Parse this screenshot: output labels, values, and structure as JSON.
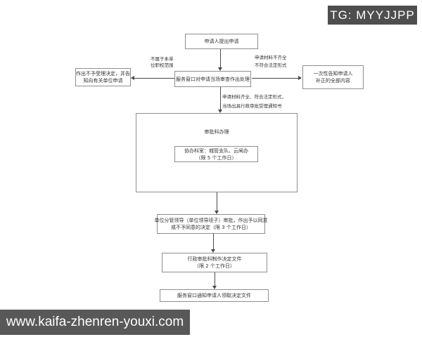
{
  "watermarks": {
    "tg_badge": "TG: MYYJJPP",
    "site_url": "www.kaifa-zhenren-youxi.com"
  },
  "colors": {
    "badge_bg": "#4e4e4e",
    "url_bar_bg": "#585858",
    "badge_text": "#ffffff",
    "box_border": "#8f8f8f",
    "connector": "#4a4a4a",
    "text": "#333333",
    "background": "#ffffff"
  },
  "flowchart": {
    "nodes": {
      "start": "申请人提出申请",
      "window_review": "服务窗口对申请当场审查作出处理",
      "reject_line1": "作出不予受理决定，并告",
      "reject_line2": "知向有关单位申请",
      "supplement_line1": "一次性告知申请人",
      "supplement_line2": "补正的全部内容",
      "approval_section": "审批科办理",
      "assist_line1": "协办科室：城管支队、云闸办",
      "assist_line2": "（限 5 个工作日）",
      "leader_line1": "单位分管领导（单位领导班子）审批，作出予以同意",
      "leader_line2": "或不予同意的决定（限 3 个工作日）",
      "document_line1": "行政审批科制作决定文件",
      "document_line2": "（限 2 个工作日）",
      "notify": "服务窗口通知申请人领取决定文件"
    },
    "edge_labels": {
      "not_in_scope_line1": "不属于本单",
      "not_in_scope_line2": "位职权范围",
      "incomplete_line1": "申请材料不齐全",
      "incomplete_line2": "不符合法定形式",
      "complete_line1": "申请材料齐全、符合法定形式，",
      "complete_line2": "当场出具行政审批受理通知书"
    }
  }
}
